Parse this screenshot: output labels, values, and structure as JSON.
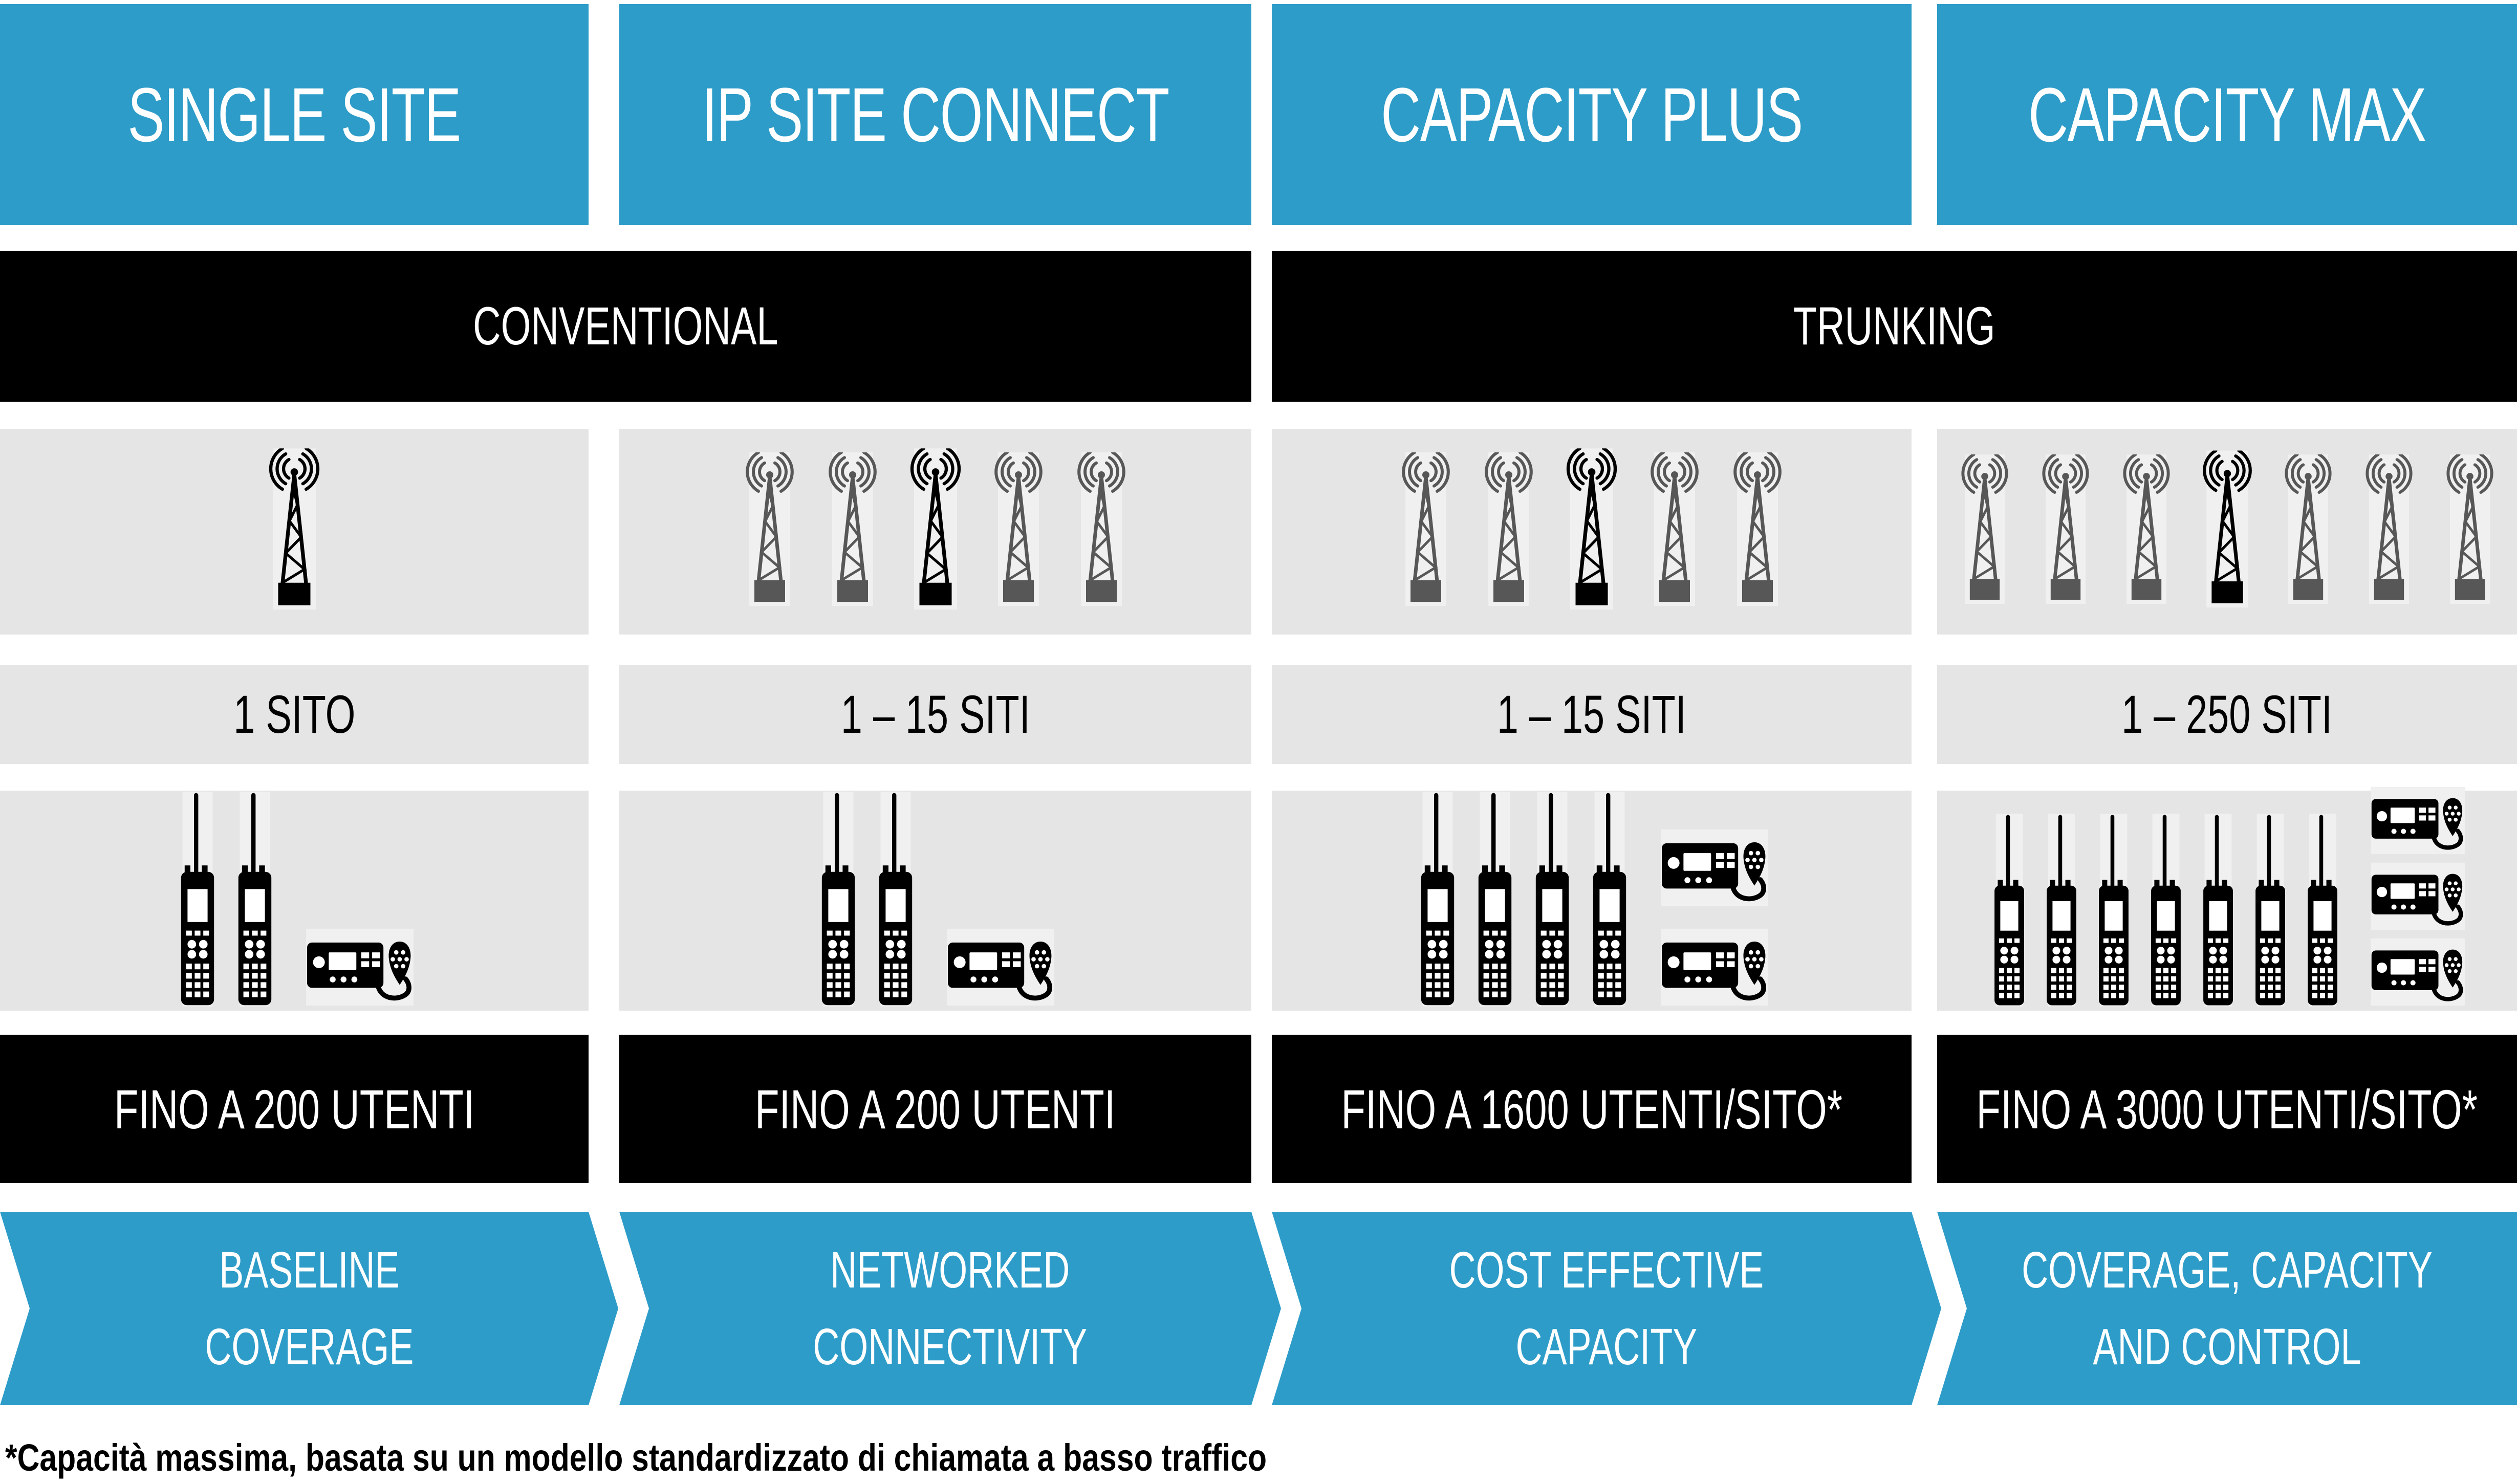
{
  "page": {
    "footnote": "*Capacità massima, basata su un modello standardizzato di chiamata a basso traffico"
  },
  "colors": {
    "accent_blue": "#2d9cc8",
    "bar_black": "#000000",
    "cell_gray": "#e5e5e5",
    "icon_strip_light": "#f0f0f0",
    "tower_gray": "#575757",
    "icon_black": "#000000",
    "text_white": "#ffffff"
  },
  "icons": {
    "tower": "radio-tower-icon",
    "portable": "portable-radio-icon",
    "mobile": "mobile-radio-with-microphone-icon"
  },
  "category_bars": [
    {
      "label": "CONVENTIONAL",
      "spans": [
        "SINGLE SITE",
        "IP SITE CONNECT"
      ]
    },
    {
      "label": "TRUNKING",
      "spans": [
        "CAPACITY PLUS",
        "CAPACITY MAX"
      ]
    }
  ],
  "columns": [
    {
      "title": "SINGLE SITE",
      "sites": "1 SITO",
      "towers": 1,
      "black_tower_index": 0,
      "portable_radios": 2,
      "mobile_radios": 1,
      "users": "FINO A 200 UTENTI",
      "benefit": {
        "line1": "BASELINE",
        "line2": "COVERAGE"
      }
    },
    {
      "title": "IP SITE CONNECT",
      "sites": "1 – 15 SITI",
      "towers": 5,
      "black_tower_index": 2,
      "portable_radios": 2,
      "mobile_radios": 1,
      "users": "FINO A 200 UTENTI",
      "benefit": {
        "line1": "NETWORKED",
        "line2": "CONNECTIVITY"
      }
    },
    {
      "title": "CAPACITY PLUS",
      "sites": "1 – 15 SITI",
      "towers": 5,
      "black_tower_index": 2,
      "portable_radios": 4,
      "mobile_radios": 2,
      "users": "FINO A 1600 UTENTI/SITO*",
      "benefit": {
        "line1": "COST EFFECTIVE",
        "line2": "CAPACITY"
      }
    },
    {
      "title": "CAPACITY MAX",
      "sites": "1 – 250 SITI",
      "towers": 7,
      "black_tower_index": 3,
      "portable_radios": 7,
      "mobile_radios": 3,
      "users": "FINO A 3000 UTENTI/SITO*",
      "benefit": {
        "line1": "COVERAGE, CAPACITY",
        "line2": "AND CONTROL"
      }
    }
  ]
}
